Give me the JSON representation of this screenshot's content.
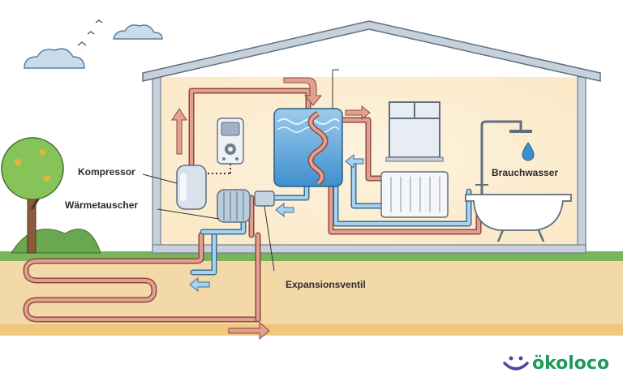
{
  "labels": {
    "kompressor": "Kompressor",
    "waermetauscher": "Wärmetauscher",
    "expansionsventil": "Expansionsventil",
    "brauchwasser": "Brauchwasser"
  },
  "brand": {
    "name": "ökoloco",
    "colors": {
      "text": "#1f9a5a",
      "icon": "#5b3fa8"
    }
  },
  "colors": {
    "hot_pipe": "#c97a6e",
    "cold_pipe": "#7fb3d8",
    "wall_outline": "#6f7f8f",
    "soil": "#f3d9a8",
    "grass": "#7ab55c"
  }
}
